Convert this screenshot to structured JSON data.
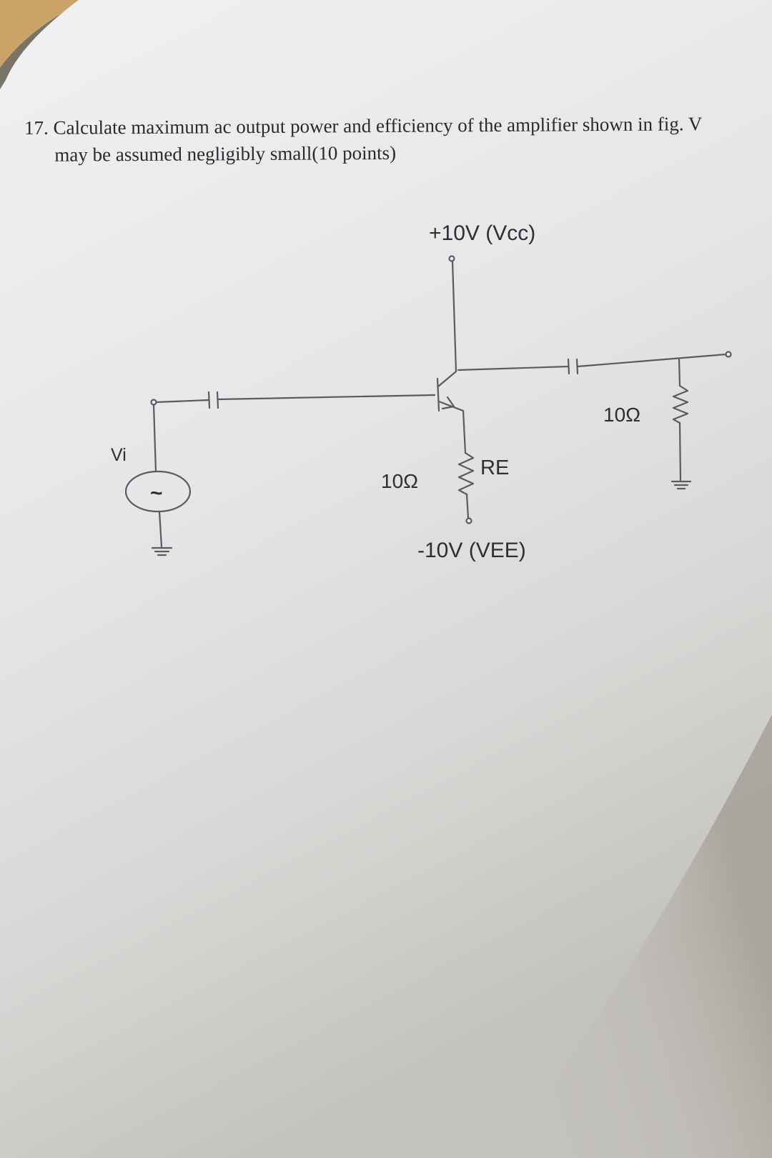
{
  "question": {
    "line1": "17. Calculate maximum ac output power and efficiency of the amplifier shown in fig. V",
    "line2": "may be assumed negligibly small(10 points)"
  },
  "circuit": {
    "vcc_label": "+10V (Vcc)",
    "vee_label": "-10V (VEE)",
    "re_label": "RE",
    "re_value": "10Ω",
    "load_value": "10Ω",
    "input_label": "Vi",
    "source_symbol": "~"
  },
  "colors": {
    "paper": "#ececee",
    "line": "#5a5a60",
    "text": "#2e2e33",
    "background": "#7a7366",
    "corner": "#c9a466"
  }
}
